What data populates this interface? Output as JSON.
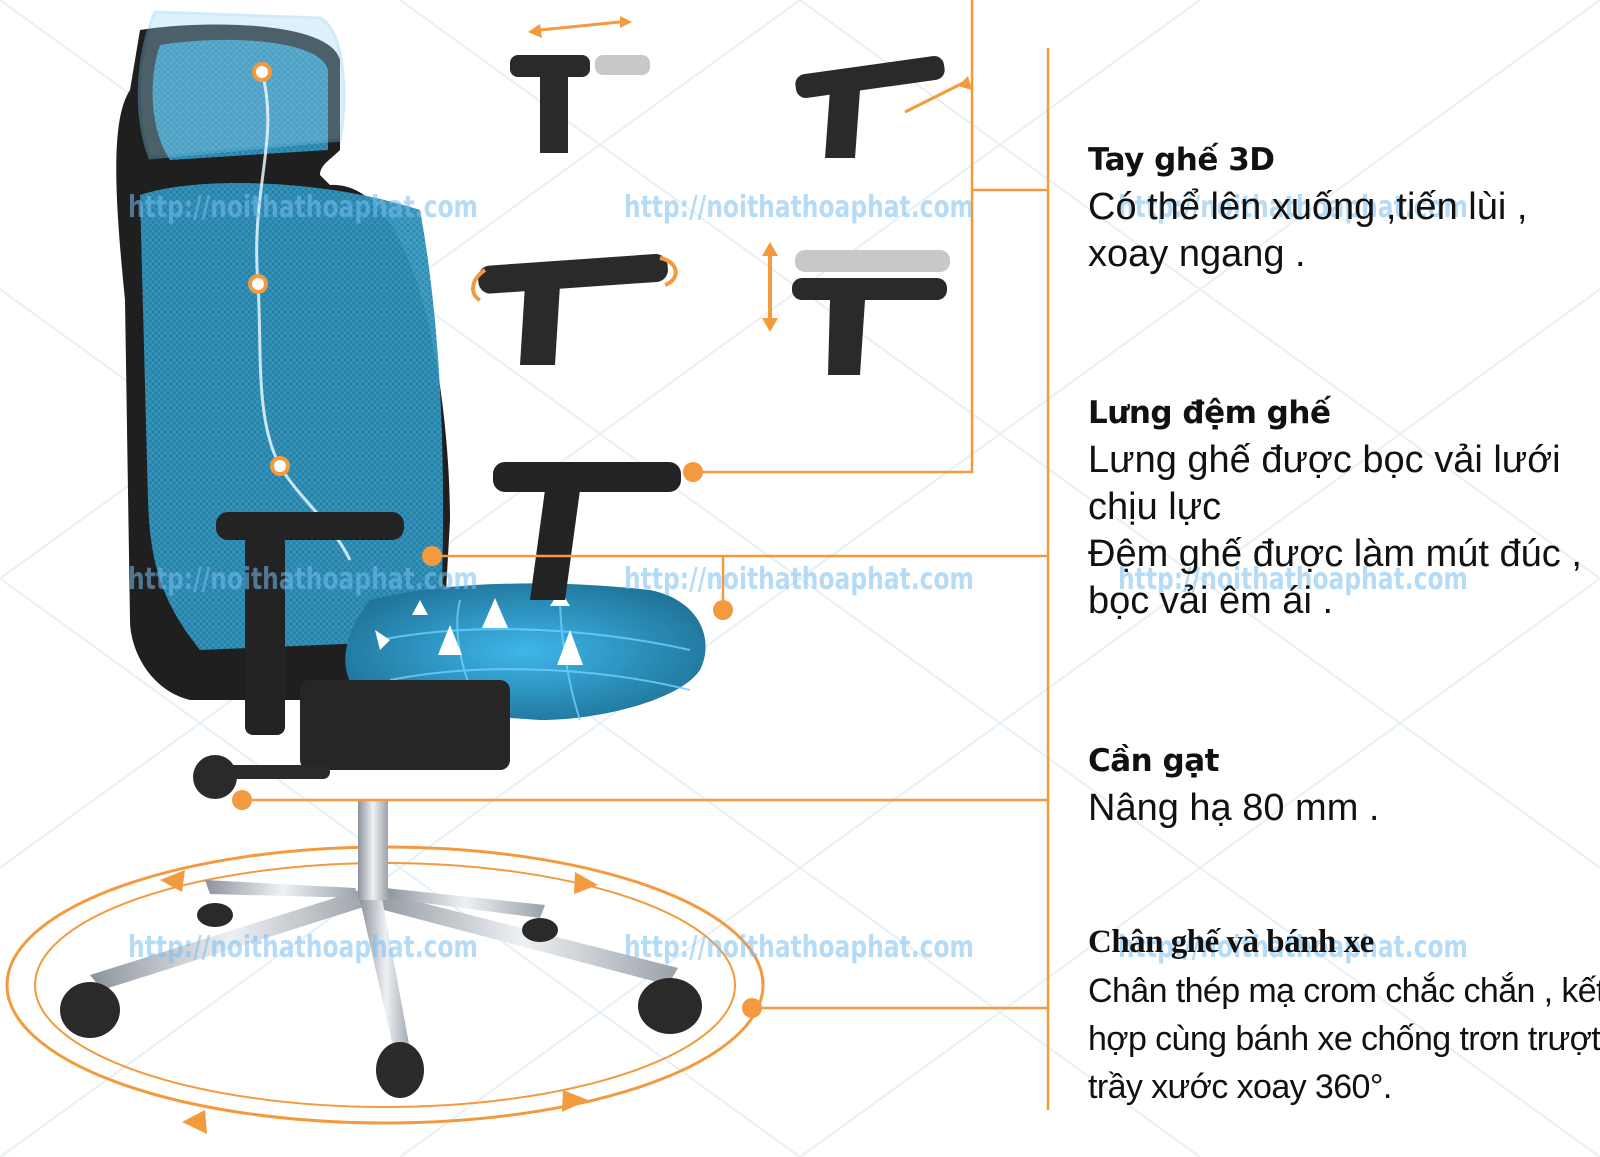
{
  "features": {
    "armrest": {
      "title": "Tay ghế 3D",
      "desc": [
        "Có thể lên xuống ,tiến lùi ,",
        "xoay ngang ."
      ]
    },
    "back": {
      "title": "Lưng đệm ghế",
      "desc": [
        "Lưng ghế được bọc vải lưới",
        "chịu lực",
        "Đệm ghế được làm mút đúc ,",
        "bọc vải êm ái ."
      ]
    },
    "lever": {
      "title": "Cần gạt",
      "desc": [
        "Nâng hạ 80 mm ."
      ]
    },
    "base": {
      "title": "Chân ghế và bánh xe",
      "desc": [
        "Chân thép mạ crom chắc chắn , kết",
        "hợp cùng bánh xe chống trơn trượt,",
        "trầy xước xoay 360°."
      ]
    }
  },
  "watermark": "http://noithathoaphat.com",
  "colors": {
    "accent": "#f39a3e",
    "mesh": "#2c8fb8",
    "frame": "#222222",
    "chrome": "#cfd3d8",
    "pattern": "#e3eef5"
  }
}
